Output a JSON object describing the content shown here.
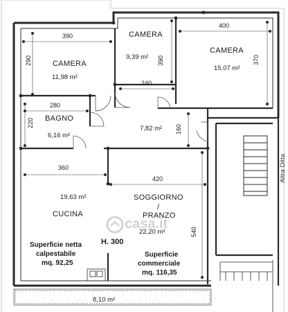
{
  "rooms": {
    "camera_1": {
      "name": "CAMERA",
      "area": "11,98 m²"
    },
    "camera_2": {
      "name": "CAMERA",
      "area": "9,39 m²"
    },
    "camera_3": {
      "name": "CAMERA",
      "area": "15,07 m²"
    },
    "bagno": {
      "name": "BAGNO",
      "area": "6,16 m²"
    },
    "disimpegno": {
      "area": "7,82 m²"
    },
    "cucina": {
      "name": "CUCINA",
      "area": "19,63 m²"
    },
    "soggiorno": {
      "name_1": "SOGGIORNO",
      "name_2": "/",
      "name_3": "PRANZO",
      "area": "22,20 m²"
    },
    "balcone": {
      "area": "8,10 m²"
    }
  },
  "dimensions": {
    "d390_top": "390",
    "d400": "400",
    "d290": "290",
    "d390_v": "390",
    "d370": "370",
    "d240": "240",
    "d280": "280",
    "d220": "220",
    "d160": "160",
    "d360": "360",
    "d420": "420",
    "d540": "540"
  },
  "labels": {
    "height": "H. 300",
    "neighbor": "Altra Ditta",
    "sup_netta_1": "Superficie netta",
    "sup_netta_2": "calpestabile",
    "sup_netta_3": "mq. 92,25",
    "sup_comm_1": "Superficie",
    "sup_comm_2": "commerciale",
    "sup_comm_3": "mq. 116,35",
    "watermark": "casa.it"
  }
}
